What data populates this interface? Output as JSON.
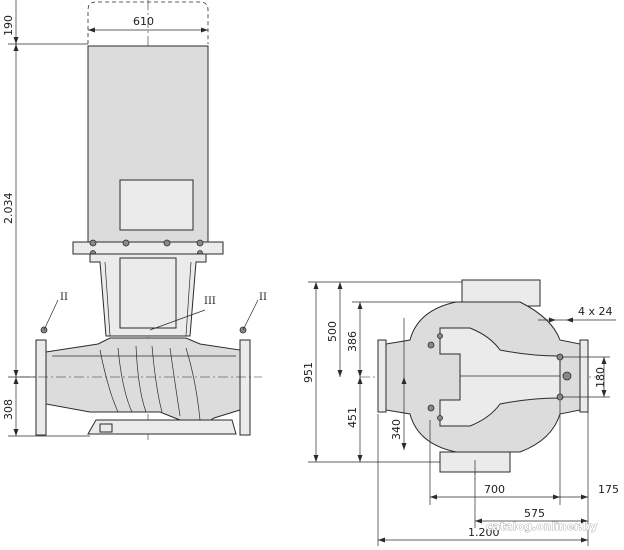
{
  "dimensions": {
    "motor_top": "190",
    "motor_width": "610",
    "overall_height": "2.034",
    "flange_height": "308",
    "overall_width_plan": "951",
    "upper_plan": "500",
    "upper_inner": "386",
    "lower_plan": "451",
    "lower_inner": "340",
    "holes": "4 x 24",
    "bolt_spacing": "180",
    "base_700": "700",
    "base_575": "575",
    "flange_175": "175",
    "overall_length": "1.200"
  },
  "labels": {
    "section_left": "II",
    "section_right": "II",
    "section_mid": "III"
  },
  "watermark": "catalog.onliner.by"
}
